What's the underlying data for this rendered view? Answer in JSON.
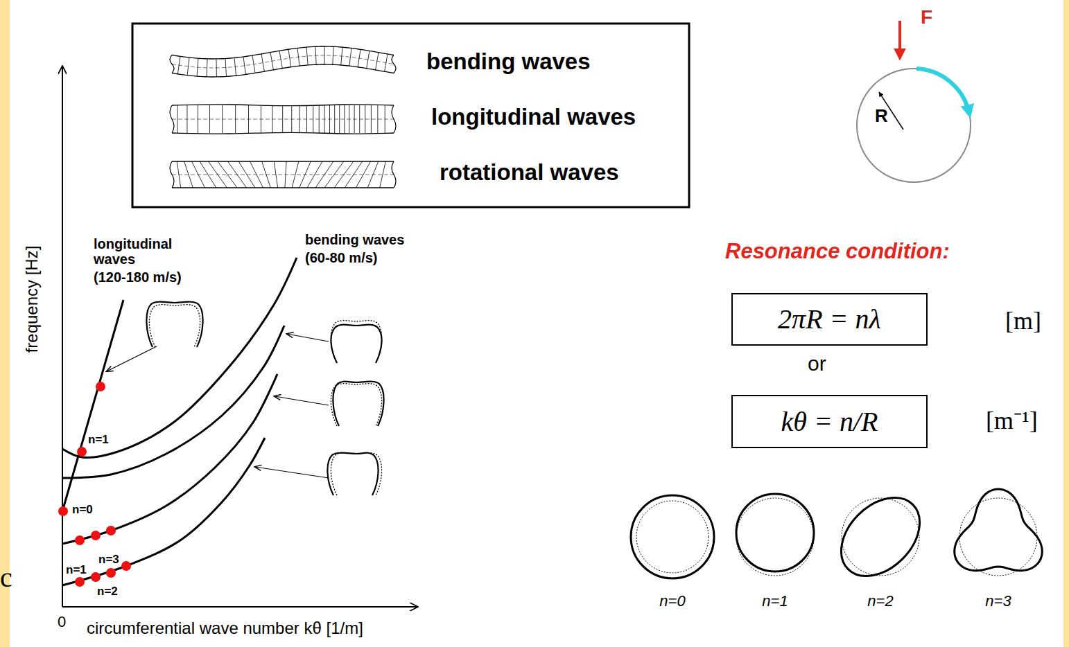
{
  "diagram": {
    "nodes": [
      {
        "text": [
          "2πR = nλ"
        ]
      },
      {
        "text": [
          "kθ = n/R"
        ]
      }
    ],
    "labels": [
      "c",
      "F",
      "R",
      "frequency [Hz]",
      "longitudinal waves",
      "(120-180 m/s)",
      "bending waves",
      "(60-80 m/s)",
      "n=1",
      "n=0",
      "n=3",
      "n=1",
      "n=2",
      "0",
      "circumferential wave number kθ [1/m]",
      "Resonance condition:",
      "[m]",
      "or",
      "[m⁻¹]",
      "n=0",
      "n=1",
      "n=2",
      "n=3"
    ],
    "legend": [
      {
        "text": "bending waves"
      },
      {
        "text": "longitudinal waves"
      },
      {
        "text": "rotational waves"
      }
    ]
  }
}
